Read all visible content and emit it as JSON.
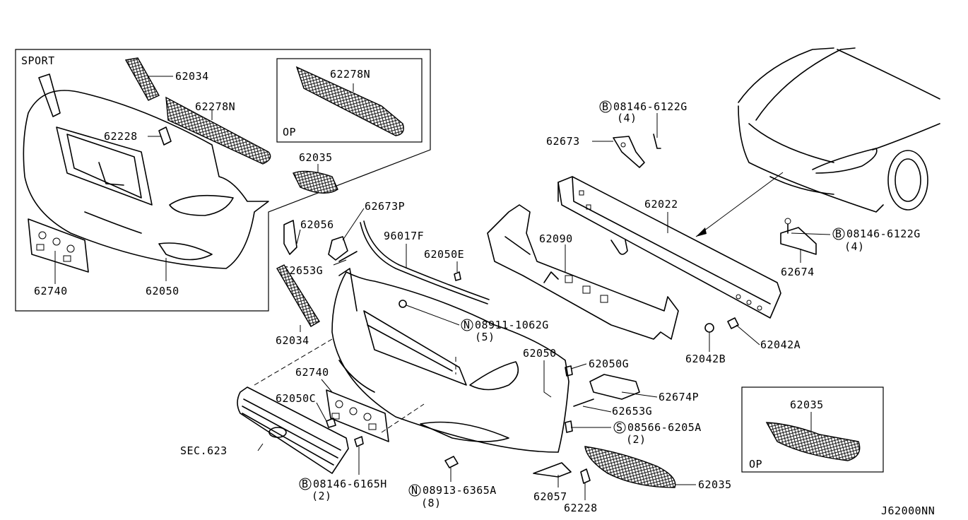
{
  "diagram_id": "J62000NN",
  "insets": {
    "sport": {
      "title": "SPORT"
    },
    "op_top": {
      "title": "OP",
      "part": "62278N"
    },
    "op_right": {
      "title": "OP",
      "part": "62035"
    }
  },
  "labels": {
    "sport_62034": "62034",
    "sport_62278N": "62278N",
    "sport_62228": "62228",
    "sport_62035": "62035",
    "sport_62740": "62740",
    "sport_62050": "62050",
    "p62673P": "62673P",
    "p62056": "62056",
    "p62653G_top": "62653G",
    "p96017F": "96017F",
    "p62050E": "62050E",
    "p62090": "62090",
    "p62022": "62022",
    "p62673": "62673",
    "bolt_top_code": "08146-6122G",
    "bolt_top_qty": "(4)",
    "bolt_right_code": "08146-6122G",
    "bolt_right_qty": "(4)",
    "p62674": "62674",
    "p62042B": "62042B",
    "p62042A": "62042A",
    "nut_N1_code": "08911-1062G",
    "nut_N1_qty": "(5)",
    "p62034": "62034",
    "p62740": "62740",
    "p62050C": "62050C",
    "p62050": "62050",
    "p62050G": "62050G",
    "p62674P": "62674P",
    "p62653G": "62653G",
    "screw_S_code": "08566-6205A",
    "screw_S_qty": "(2)",
    "sec623": "SEC.623",
    "bolt_B_code": "08146-6165H",
    "bolt_B_qty": "(2)",
    "nut_N2_code": "08913-6365A",
    "nut_N2_qty": "(8)",
    "p62057": "62057",
    "p62228": "62228",
    "p62035": "62035"
  },
  "symbols": {
    "bolt": "B",
    "nut": "N",
    "screw": "S"
  }
}
